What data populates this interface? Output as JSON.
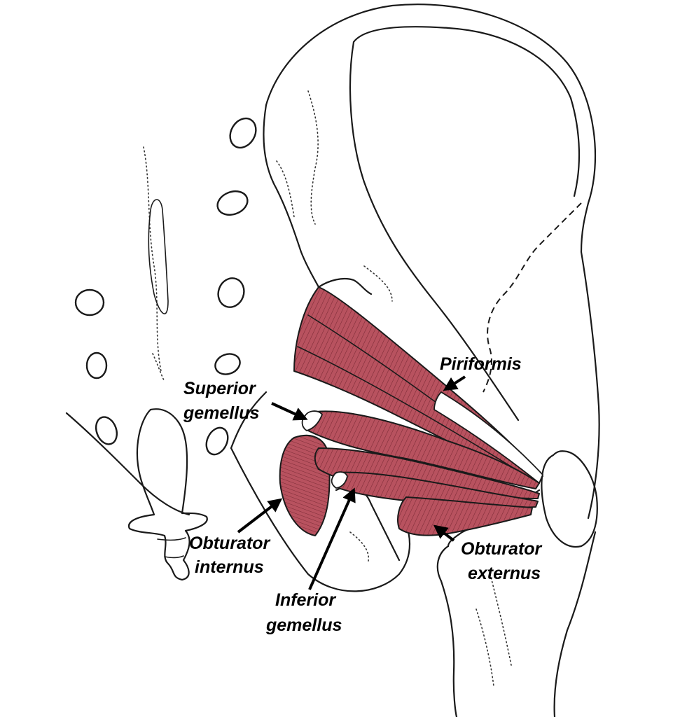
{
  "labels": {
    "piriformis": "Piriformis",
    "superior_gemellus": [
      "Superior",
      "gemellus"
    ],
    "obturator_internus": [
      "Obturator",
      "internus"
    ],
    "inferior_gemellus": [
      "Inferior",
      "gemellus"
    ],
    "obturator_externus": [
      "Obturator",
      "externus"
    ]
  },
  "colors": {
    "muscle": "#b8525f",
    "muscle_fiber": "#7a2a35",
    "outline": "#1a1a1a",
    "background": "#ffffff"
  }
}
